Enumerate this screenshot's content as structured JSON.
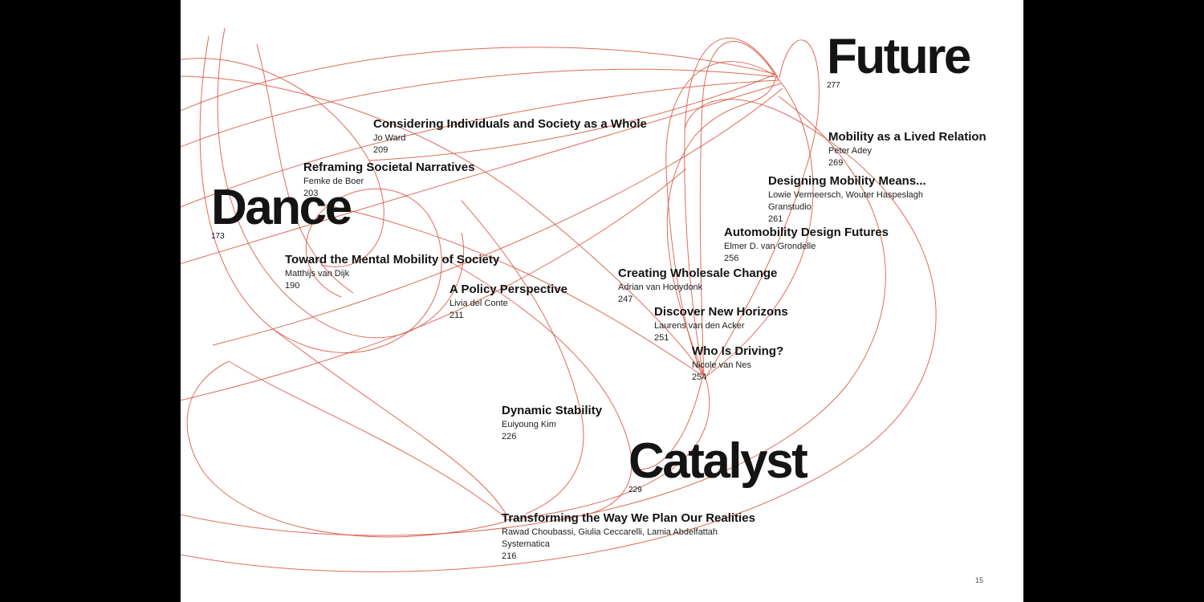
{
  "meta": {
    "folio": "15",
    "line_color": "#d8513c",
    "paper_color": "#ffffff",
    "background_color": "#000000"
  },
  "chapters": [
    {
      "title": "Future",
      "page": "277"
    },
    {
      "title": "Dance",
      "page": "173"
    },
    {
      "title": "Catalyst",
      "page": "229"
    }
  ],
  "entries": [
    {
      "title": "Considering Individuals and Society as a Whole",
      "author_lines": [
        "Jo Ward"
      ],
      "page": "209"
    },
    {
      "title": "Reframing Societal Narratives",
      "author_lines": [
        "Femke de Boer"
      ],
      "page": "203"
    },
    {
      "title": "Mobility as a Lived Relation",
      "author_lines": [
        "Peter Adey"
      ],
      "page": "269"
    },
    {
      "title": "Designing Mobility Means...",
      "author_lines": [
        "Lowie Vermeersch, Wouter Haspeslagh",
        "Granstudio"
      ],
      "page": "261"
    },
    {
      "title": "Automobility Design Futures",
      "author_lines": [
        "Elmer D. van Grondelle"
      ],
      "page": "256"
    },
    {
      "title": "Toward the Mental Mobility of Society",
      "author_lines": [
        "Matthijs van Dijk"
      ],
      "page": "190"
    },
    {
      "title": "Creating Wholesale Change",
      "author_lines": [
        "Adrian van Hooydonk"
      ],
      "page": "247"
    },
    {
      "title": "A Policy Perspective",
      "author_lines": [
        "Livia del Conte"
      ],
      "page": "211"
    },
    {
      "title": "Discover New Horizons",
      "author_lines": [
        "Laurens van den Acker"
      ],
      "page": "251"
    },
    {
      "title": "Who Is Driving?",
      "author_lines": [
        "Nicole van Nes"
      ],
      "page": "254"
    },
    {
      "title": "Dynamic Stability",
      "author_lines": [
        "Euiyoung Kim"
      ],
      "page": "226"
    },
    {
      "title": "Transforming the Way We Plan Our Realities",
      "author_lines": [
        "Rawad Choubassi, Giulia Ceccarelli, Lamia Abdelfattah",
        "Systematica"
      ],
      "page": "216"
    }
  ]
}
